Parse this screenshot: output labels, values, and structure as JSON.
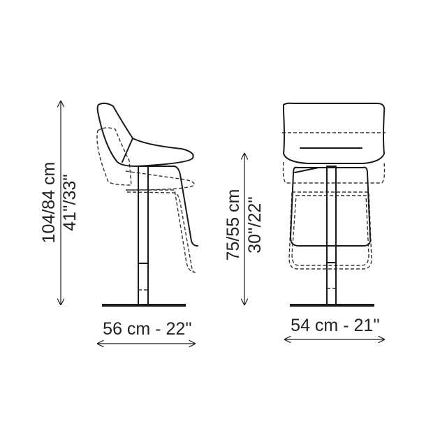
{
  "dimensions": {
    "height_total_cm": "104/84 cm",
    "height_total_in": "41''/33''",
    "seat_height_cm": "75/55 cm",
    "seat_height_in": "30''/22''",
    "depth": "56 cm - 22''",
    "width": "54 cm - 21''"
  }
}
